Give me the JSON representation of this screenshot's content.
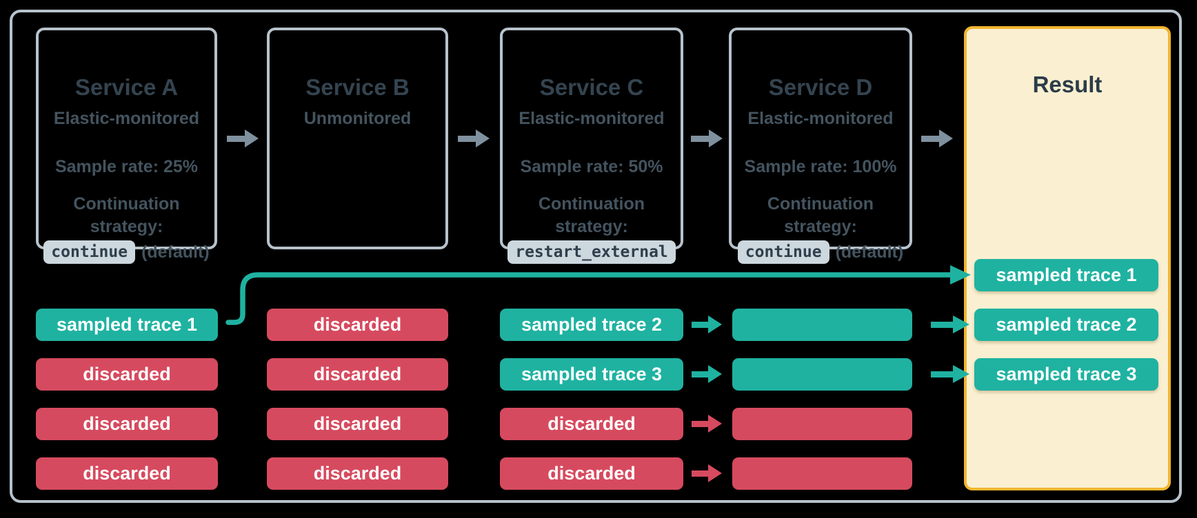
{
  "colors": {
    "background": "#000000",
    "frame_border": "#b7c2cb",
    "service_box_border": "#b7c2cb",
    "service_title_text": "#344450",
    "service_body_text": "#44545f",
    "code_chip_bg": "#ccd7de",
    "code_chip_text": "#2f3f4b",
    "sampled_teal": "#1fb2a1",
    "discarded_red": "#d64a5f",
    "chip_label_text": "#ffffff",
    "result_bg": "#faf0d1",
    "result_border": "#f1b62f",
    "result_title_text": "#2c3c49",
    "flow_arrow_gray": "#7f919f"
  },
  "icons": {
    "flow_arrow": "arrow-right-icon",
    "trace_propagation": "elbow-arrow-icon"
  },
  "services": [
    {
      "title": "Service A",
      "monitoring": "Elastic-monitored",
      "sample_rate": "Sample rate: 25%",
      "continuation": [
        "Continuation",
        "strategy:"
      ],
      "strategy_code": "continue",
      "strategy_suffix": "(default)"
    },
    {
      "title": "Service B",
      "monitoring": "Unmonitored"
    },
    {
      "title": "Service C",
      "monitoring": "Elastic-monitored",
      "sample_rate": "Sample rate: 50%",
      "continuation": [
        "Continuation",
        "strategy:"
      ],
      "strategy_code": "restart_external",
      "strategy_suffix": ""
    },
    {
      "title": "Service D",
      "monitoring": "Elastic-monitored",
      "sample_rate": "Sample rate: 100%",
      "continuation": [
        "Continuation",
        "strategy:"
      ],
      "strategy_code": "continue",
      "strategy_suffix": "(default)"
    }
  ],
  "trace_columns": {
    "service_a": [
      {
        "label": "sampled trace 1",
        "type": "sampled"
      },
      {
        "label": "discarded",
        "type": "discarded"
      },
      {
        "label": "discarded",
        "type": "discarded"
      },
      {
        "label": "discarded",
        "type": "discarded"
      }
    ],
    "service_b": [
      {
        "label": "discarded",
        "type": "discarded"
      },
      {
        "label": "discarded",
        "type": "discarded"
      },
      {
        "label": "discarded",
        "type": "discarded"
      },
      {
        "label": "discarded",
        "type": "discarded"
      }
    ],
    "service_c": [
      {
        "label": "sampled trace 2",
        "type": "sampled"
      },
      {
        "label": "sampled trace 3",
        "type": "sampled"
      },
      {
        "label": "discarded",
        "type": "discarded"
      },
      {
        "label": "discarded",
        "type": "discarded"
      }
    ],
    "service_d": [
      {
        "label": "",
        "type": "sampled"
      },
      {
        "label": "",
        "type": "sampled"
      },
      {
        "label": "",
        "type": "discarded"
      },
      {
        "label": "",
        "type": "discarded"
      }
    ]
  },
  "result": {
    "title": "Result",
    "traces": [
      "sampled trace 1",
      "sampled trace 2",
      "sampled trace 3"
    ]
  }
}
